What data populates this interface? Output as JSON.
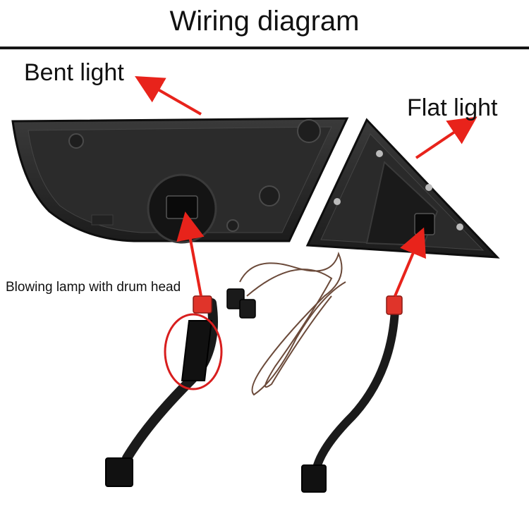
{
  "header": {
    "title": "Wiring diagram"
  },
  "labels": {
    "bent_light": "Bent light",
    "flat_light": "Flat light",
    "blowing_lamp": "Blowing lamp with drum head"
  },
  "colors": {
    "arrow": "#e8231b",
    "highlight_circle": "#d81e1e",
    "lamp_housing": "#2a2a2a",
    "cable": "#1a1a1a",
    "wire_brown": "#6b4a3a",
    "connector_red": "#e0342a"
  }
}
